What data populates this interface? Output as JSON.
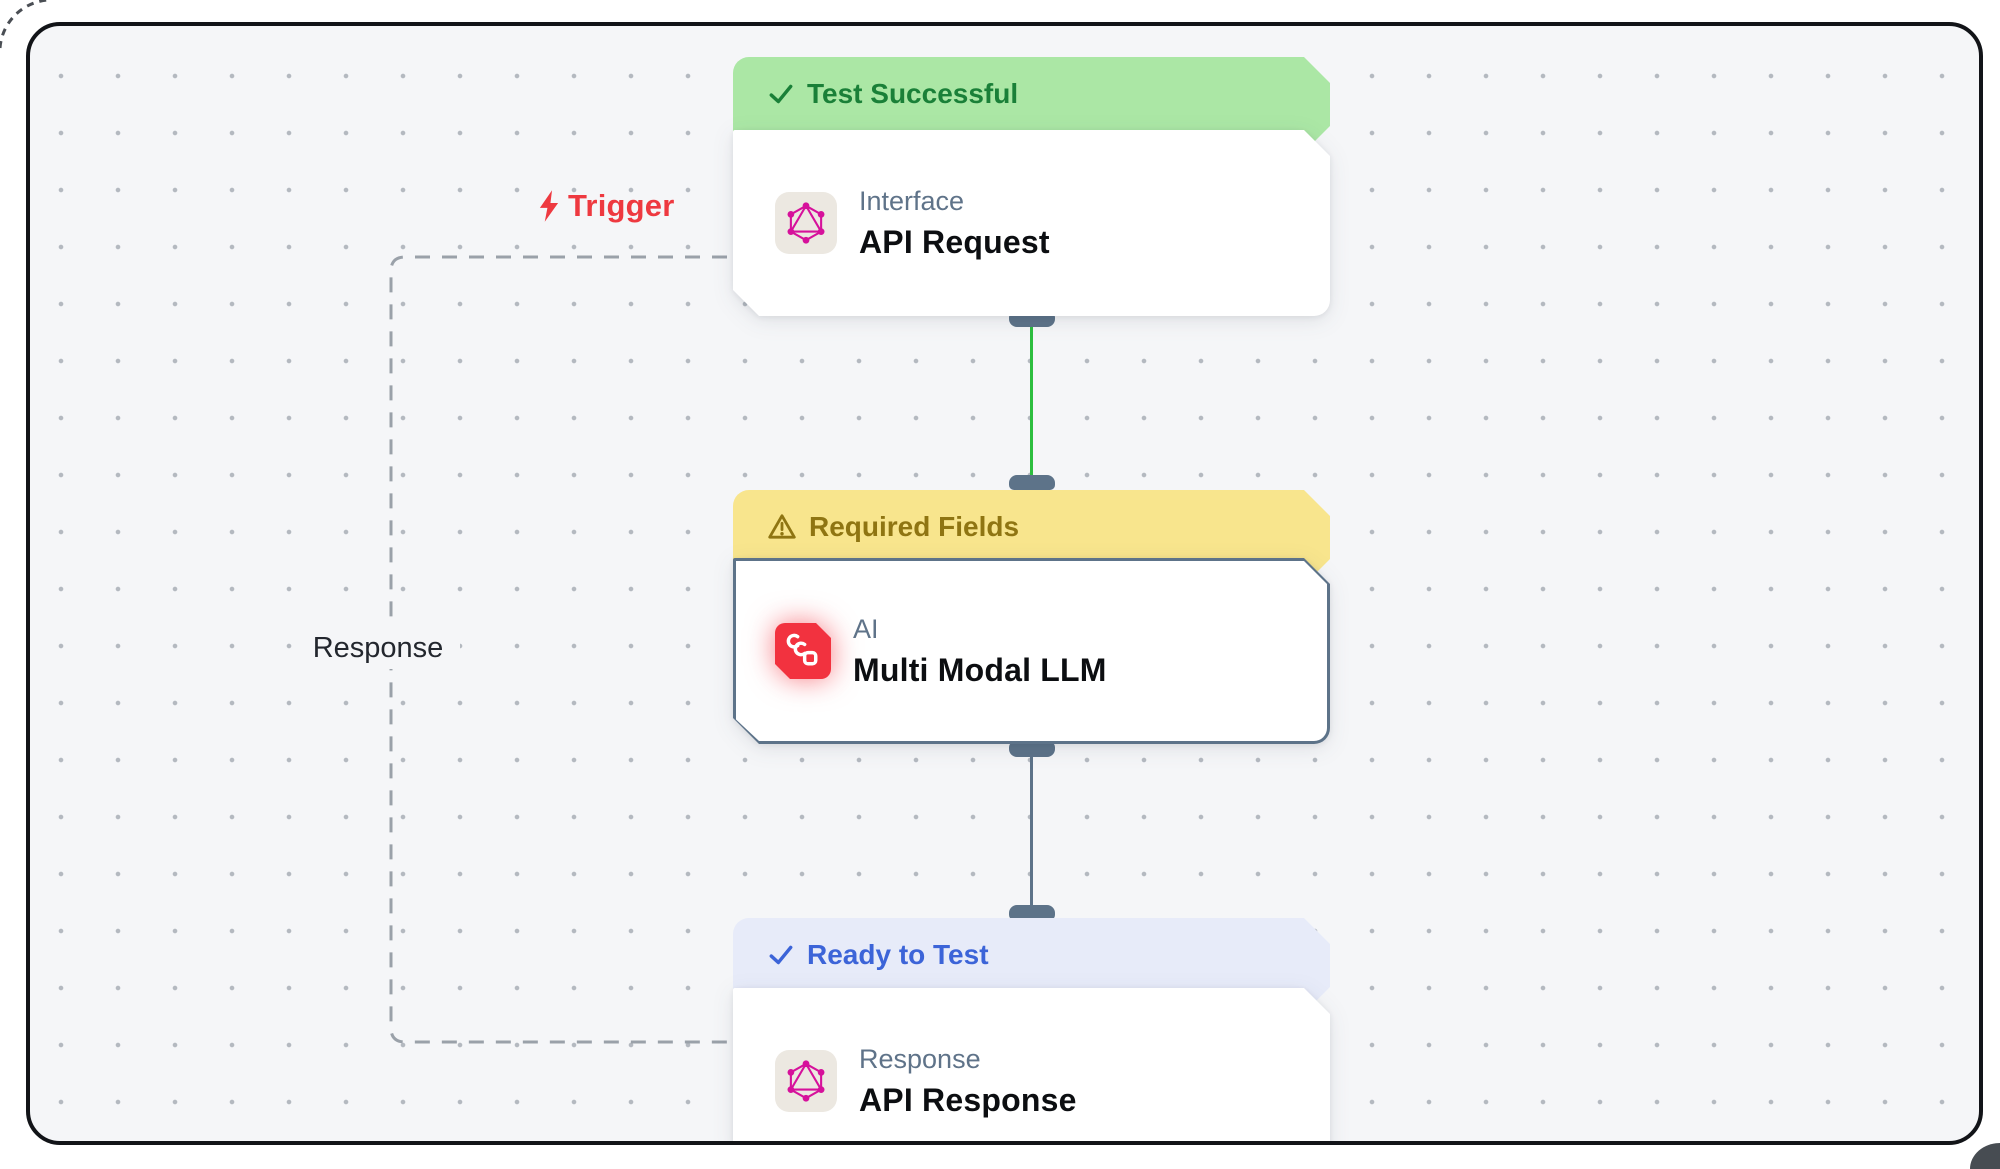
{
  "canvas": {
    "background": "#f5f6f8",
    "dot_color": "#b4b9c0",
    "frame_border_color": "#121418"
  },
  "edges": {
    "trigger_label": "Trigger",
    "trigger_color": "#ee3940",
    "trigger_icon": "bolt-icon",
    "response_label": "Response",
    "response_dash_color": "#9aa1a9",
    "forward_edge_color_green": "#2dbe3f",
    "forward_edge_color_slate": "#5d7389"
  },
  "nodes": [
    {
      "status": {
        "label": "Test Successful",
        "icon": "check-icon",
        "bg": "#abe7a5",
        "color": "#1a8038"
      },
      "category": "Interface",
      "title": "API Request",
      "icon": "graphql-icon",
      "selected": false
    },
    {
      "status": {
        "label": "Required Fields",
        "icon": "warning-icon",
        "bg": "#f8e58d",
        "color": "#8f7512"
      },
      "category": "AI",
      "title": "Multi Modal LLM",
      "icon": "chain-links-icon",
      "selected": true
    },
    {
      "status": {
        "label": "Ready to Test",
        "icon": "check-icon",
        "bg": "#e7ebf9",
        "color": "#3c64d8"
      },
      "category": "Response",
      "title": "API Response",
      "icon": "graphql-icon",
      "selected": false
    }
  ]
}
